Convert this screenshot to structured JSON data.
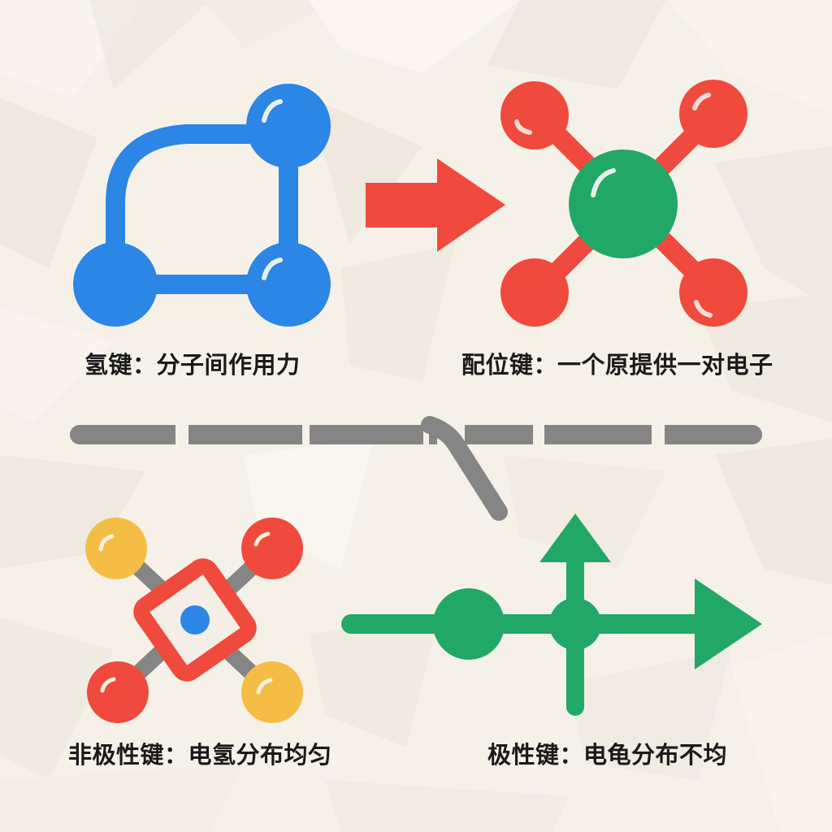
{
  "colors": {
    "background": "#f6f1e8",
    "blue": "#2b86e6",
    "red": "#ef4a3d",
    "green": "#22a866",
    "yellow": "#f5bd45",
    "gray": "#858585",
    "text": "#1a1a1a"
  },
  "panels": [
    {
      "id": "hydrogen-bond",
      "icon": "hydrogen-bond-molecule-icon",
      "label": "氢键：分子间作用力"
    },
    {
      "id": "coordinate-bond",
      "icon": "coordinate-bond-molecule-icon",
      "arrow": "red-right-arrow-icon",
      "label": "配位键：一个原提供一对电子"
    },
    {
      "id": "nonpolar-bond",
      "icon": "nonpolar-bond-molecule-icon",
      "label": "非极性键：电氢分布均匀"
    },
    {
      "id": "polar-bond",
      "icon": "polar-bond-vector-icon",
      "label": "极性键：电龟分布不均"
    }
  ],
  "divider": {
    "icon": "dashed-divider-with-branch-icon"
  }
}
